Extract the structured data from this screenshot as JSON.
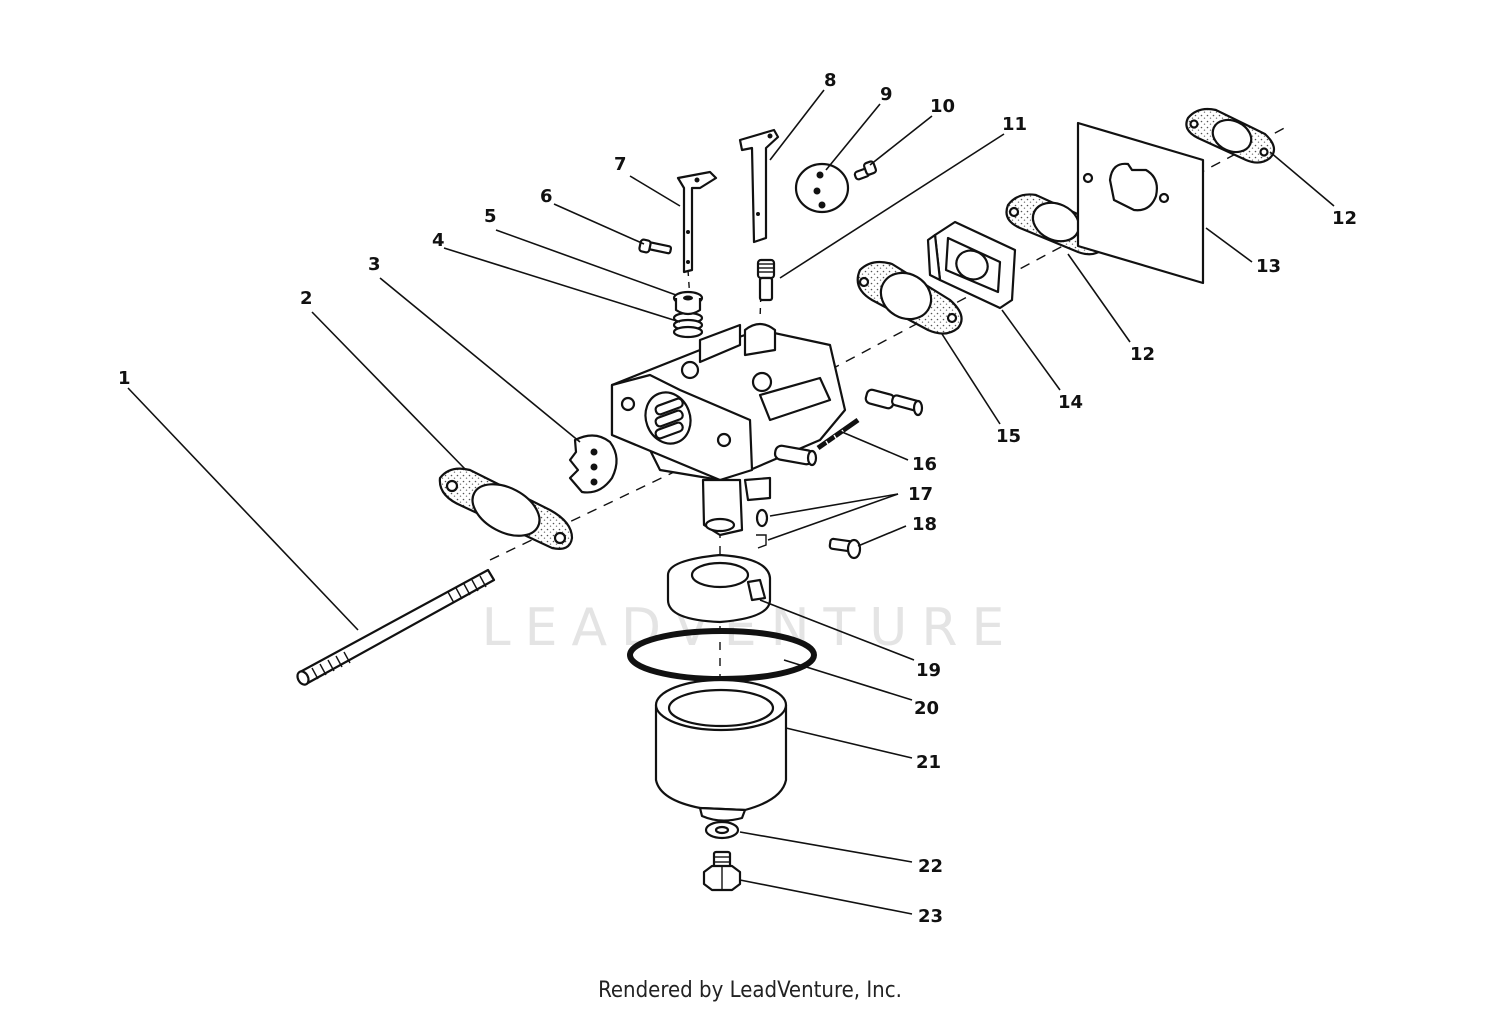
{
  "watermark": "LEADVENTURE",
  "footer": "Rendered by LeadVenture, Inc.",
  "callouts": {
    "c1": "1",
    "c2": "2",
    "c3": "3",
    "c4": "4",
    "c5": "5",
    "c6": "6",
    "c7": "7",
    "c8": "8",
    "c9": "9",
    "c10": "10",
    "c11": "11",
    "c12a": "12",
    "c12b": "12",
    "c13": "13",
    "c14": "14",
    "c15": "15",
    "c16": "16",
    "c17": "17",
    "c18": "18",
    "c19": "19",
    "c20": "20",
    "c21": "21",
    "c22": "22",
    "c23": "23"
  }
}
